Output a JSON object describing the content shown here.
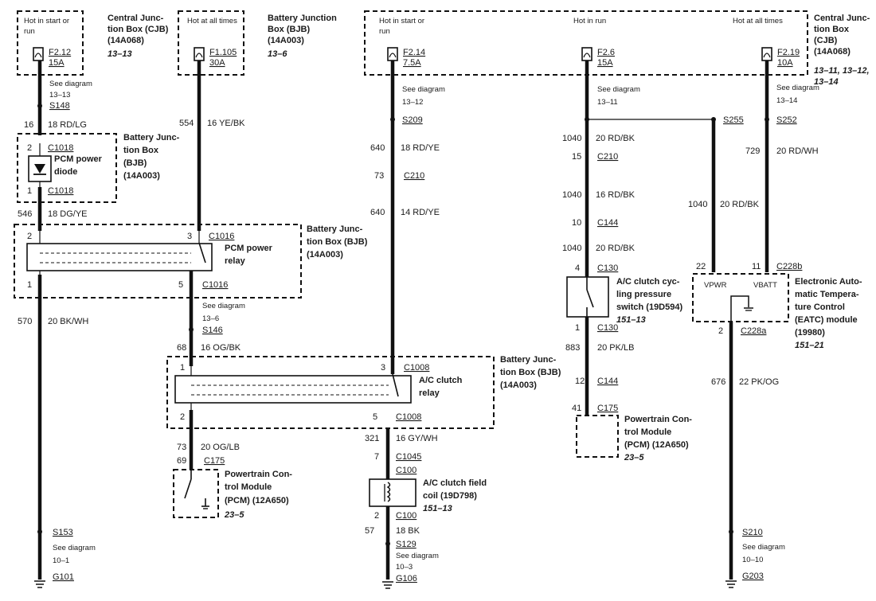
{
  "fuse_boxes": {
    "cjb_left": {
      "hot": "Hot in start or run",
      "fuse": "F2.12",
      "amp": "15A",
      "title": "Central Junction Box (CJB)",
      "part": "(14A068)",
      "ref": "13–13"
    },
    "bjb_top": {
      "hot": "Hot at all times",
      "fuse": "F1.105",
      "amp": "30A",
      "title": "Battery Junction Box (BJB)",
      "part": "(14A003)",
      "ref": "13–6"
    },
    "cjb_right": {
      "hot1": "Hot in start or run",
      "hot2": "Hot in run",
      "hot3": "Hot at all times",
      "f1": "F2.14",
      "a1": "7.5A",
      "f2": "F2.6",
      "a2": "15A",
      "f3": "F2.19",
      "a3": "10A",
      "title": "Central Junction Box (CJB)",
      "part": "(14A068)",
      "ref": "13–11, 13–12, 13–14"
    }
  },
  "col1": {
    "see1": "See diagram",
    "ref1": "13–13",
    "s148": "S148",
    "w16": "16",
    "w16c": "18 RD/LG",
    "diode_p1": "2",
    "diode_c1": "C1018",
    "diode_label": "PCM power diode",
    "diode_p2": "1",
    "diode_c2": "C1018",
    "diode_box": "Battery Junction Box (BJB) (14A003)",
    "w546": "546",
    "w546c": "18 DG/YE",
    "w570": "570",
    "w570c": "20 BK/WH",
    "s153": "S153",
    "see2": "See diagram",
    "ref2": "10–1",
    "g101": "G101"
  },
  "col2": {
    "w554": "554",
    "w554c": "16 YE/BK",
    "relay_p2": "2",
    "relay_p3": "3",
    "relay_c": "C1016",
    "relay_label": "PCM power relay",
    "relay_box": "Battery Junction Box (BJB) (14A003)",
    "relay_p1": "1",
    "relay_p5": "5",
    "relay_c2": "C1016",
    "see1": "See diagram",
    "ref1": "13–6",
    "s146": "S146",
    "w68": "68",
    "w68c": "16 OG/BK"
  },
  "col3": {
    "see1": "See diagram",
    "ref1": "13–12",
    "s209": "S209",
    "w640a": "640",
    "w640ac": "18 RD/YE",
    "w73": "73",
    "c210": "C210",
    "w640b": "640",
    "w640bc": "14 RD/YE",
    "acr_p1": "1",
    "acr_p3": "3",
    "acr_c": "C1008",
    "acr_label": "A/C clutch relay",
    "acr_box": "Battery Junction Box (BJB) (14A003)",
    "acr_p2": "2",
    "acr_p5": "5",
    "acr_c2": "C1008",
    "w73b": "73",
    "w73bc": "20 OG/LB",
    "p69": "69",
    "c175": "C175",
    "pcm_label": "Powertrain Control Module (PCM) (12A650)",
    "pcm_ref": "23–5",
    "w321": "321",
    "w321c": "16 GY/WH",
    "p7": "7",
    "c1045": "C1045",
    "c100a": "C100",
    "coil_label": "A/C clutch field coil (19D798)",
    "coil_ref": "151–13",
    "p2": "2",
    "c100b": "C100",
    "w57": "57",
    "w57c": "18 BK",
    "s129": "S129",
    "see2": "See diagram",
    "ref2": "10–3",
    "g106": "G106"
  },
  "col4": {
    "see1": "See diagram",
    "ref1": "13–11",
    "w1040a": "1040",
    "w1040ac": "20 RD/BK",
    "p15": "15",
    "c210": "C210",
    "w1040b": "1040",
    "w1040bc": "16 RD/BK",
    "p10": "10",
    "c144a": "C144",
    "w1040c": "1040",
    "w1040cc": "20 RD/BK",
    "p4": "4",
    "c130a": "C130",
    "sw_label": "A/C clutch cycling pressure switch (19D594)",
    "sw_ref": "151–13",
    "p1": "1",
    "c130b": "C130",
    "w883": "883",
    "w883c": "20 PK/LB",
    "p12": "12",
    "c144b": "C144",
    "p41": "41",
    "c175": "C175",
    "pcm_label": "Powertrain Control Module (PCM) (12A650)",
    "pcm_ref": "23–5"
  },
  "col5": {
    "s255": "S255",
    "see1": "See diagram",
    "ref1": "13–14",
    "s252": "S252",
    "w729": "729",
    "w729c": "20 RD/WH",
    "w1040": "1040",
    "w1040c": "20 RD/BK",
    "p22": "22",
    "p11": "11",
    "c228b": "C228b",
    "vpwr": "VPWR",
    "vbatt": "VBATT",
    "eatc_label": "Electronic Automatic Temperature Control (EATC) module (19980)",
    "eatc_ref": "151–21",
    "p2": "2",
    "c228a": "C228a",
    "w676": "676",
    "w676c": "22 PK/OG",
    "s210": "S210",
    "see2": "See diagram",
    "ref2": "10–10",
    "g203": "G203"
  }
}
